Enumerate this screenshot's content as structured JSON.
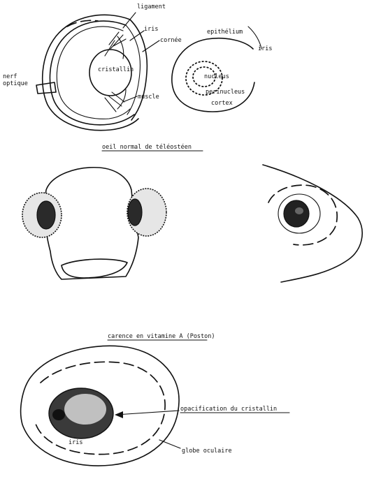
{
  "eye_section": {
    "labels": {
      "ligament": "ligament",
      "iris": "iris",
      "cornea": "cornée",
      "lens": "cristallin",
      "optic_nerve_1": "nerf",
      "optic_nerve_2": "optique",
      "muscle": "muscle"
    }
  },
  "lens_section": {
    "labels": {
      "epithelium": "epithélium",
      "iris": "iris",
      "nucleus": "nucleus",
      "perinucleus": "perinucleus",
      "cortex": "cortex"
    }
  },
  "normal_fish": {
    "title": "oeil normal de téléostéen"
  },
  "deficiency": {
    "title": "carence en vitamine A (Poston)",
    "labels": {
      "opacification": "opacification du cristallin",
      "iris": "iris",
      "eyeball": "globe oculaire"
    }
  },
  "colors": {
    "ink": "#111111",
    "paper": "#ffffff"
  }
}
